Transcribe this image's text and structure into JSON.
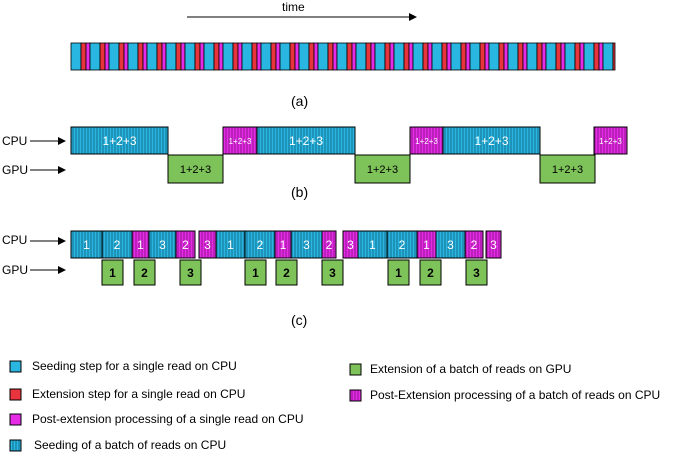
{
  "header": {
    "time_label": "time"
  },
  "captions": {
    "a": "(a)",
    "b": "(b)",
    "c": "(c)"
  },
  "rows": {
    "cpu": "CPU",
    "gpu": "GPU"
  },
  "block_labels": {
    "batch": "1+2+3",
    "batch_1": "1",
    "batch_2": "2",
    "batch_3": "3"
  },
  "legend": [
    {
      "id": "seed-single",
      "text": "Seeding step for a single read on CPU"
    },
    {
      "id": "ext-single",
      "text": "Extension step for a single read on CPU"
    },
    {
      "id": "post-single",
      "text": "Post-extension processing of a single read on CPU"
    },
    {
      "id": "seed-batch",
      "text": "Seeding of a batch of reads on CPU"
    },
    {
      "id": "ext-batch-gpu",
      "text": "Extension of a batch of reads on GPU"
    },
    {
      "id": "post-batch",
      "text": "Post-Extension processing of a batch of reads on CPU"
    }
  ],
  "colors": {
    "seed": "#29b6e0",
    "extension": "#e8343c",
    "post": "#e62be6",
    "gpu": "#7ec35a",
    "stroke": "#000000"
  }
}
